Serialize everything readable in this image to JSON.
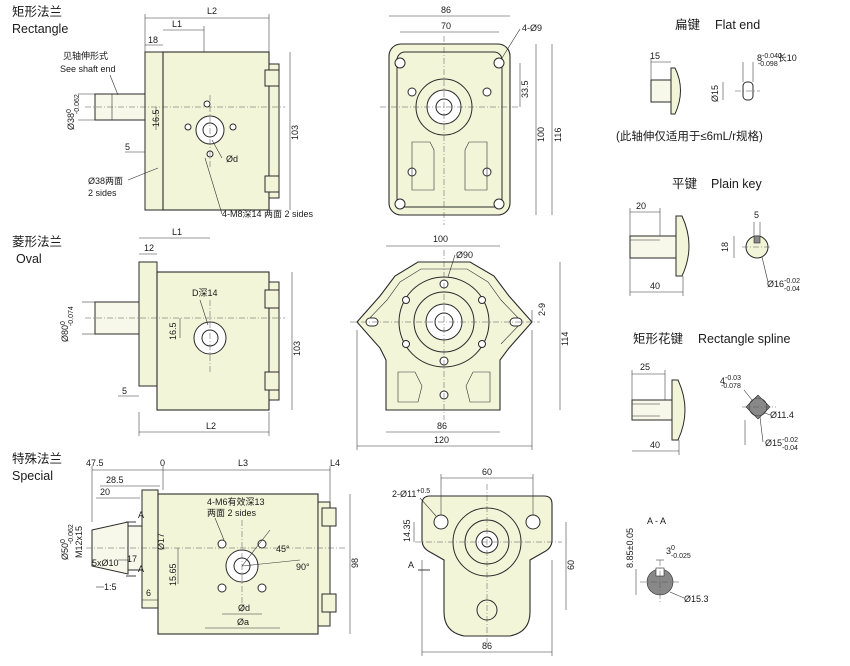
{
  "sections": {
    "rectangle": {
      "title_cn": "矩形法兰",
      "title_en": "Rectangle"
    },
    "oval": {
      "title_cn": "菱形法兰",
      "title_en": "Oval"
    },
    "special": {
      "title_cn": "特殊法兰",
      "title_en": "Special"
    }
  },
  "rect_side": {
    "L2": "L2",
    "L1": "L1",
    "d18": "18",
    "note1_cn": "见轴伸形式",
    "note1_en": "See shaft end",
    "dia38": "Ø38",
    "dia38_tol_hi": "0",
    "dia38_tol_lo": "-0.062",
    "d16_5": "16.5",
    "d5": "5",
    "h103": "103",
    "od": "Ød",
    "both_cn": "Ø38两面",
    "both_en": "2 sides",
    "thread": "4-M8深14 两面 2 sides"
  },
  "rect_front": {
    "w86": "86",
    "w70": "70",
    "holes": "4-Ø9",
    "d33_5": "33.5",
    "h100": "100",
    "h116": "116"
  },
  "flat_end": {
    "title_cn": "扁键",
    "title_en": "Flat end",
    "d15": "15",
    "key8": "8",
    "key8_tol_hi": "-0.040",
    "key8_tol_lo": "-0.098",
    "len": "长10",
    "dia15": "Ø15",
    "note": "(此轴伸仅适用于≤6mL/r规格)"
  },
  "plain_key": {
    "title_cn": "平键",
    "title_en": "Plain key",
    "d20": "20",
    "d5": "5",
    "d18": "18",
    "d40": "40",
    "dia16": "Ø16",
    "dia16_tol_hi": "-0.02",
    "dia16_tol_lo": "-0.04"
  },
  "spline": {
    "title_cn": "矩形花键",
    "title_en": "Rectangle spline",
    "d25": "25",
    "d4": "4",
    "d4_tol_hi": "-0.03",
    "d4_tol_lo": "-0.078",
    "dia11_4": "Ø11.4",
    "d40": "40",
    "dia15": "Ø15",
    "dia15_tol_hi": "-0.02",
    "dia15_tol_lo": "-0.04"
  },
  "oval_side": {
    "d12": "12",
    "L1": "L1",
    "dia80": "Ø80",
    "dia80_tol_hi": "0",
    "dia80_tol_lo": "-0.074",
    "depth": "D深14",
    "d16_5": "16.5",
    "h103": "103",
    "d5": "5",
    "L2": "L2"
  },
  "oval_front": {
    "w100": "100",
    "dia90": "Ø90",
    "d2_9": "2-9",
    "h114": "114",
    "w86": "86",
    "w120": "120"
  },
  "special_side": {
    "d47_5": "47.5",
    "zero": "0",
    "L3": "L3",
    "L4": "L4",
    "d28_5": "28.5",
    "d20": "20",
    "holes": "4-M6有效深13",
    "holes2": "两面  2 sides",
    "secA1": "A",
    "secA2": "A",
    "dia50": "Ø50",
    "dia50_tol_hi": "0",
    "dia50_tol_lo": "-0.062",
    "m12": "M12x15",
    "d5x10": "5xØ10",
    "d17": "17",
    "taper": "1:5",
    "dia17": "Ø17",
    "d15_65": "15.65",
    "ang45": "45°",
    "ang90": "90°",
    "d6": "6",
    "d0": "Ød",
    "da": "Øa",
    "h98": "98"
  },
  "special_front": {
    "w60": "60",
    "holes": "2-Ø11",
    "holes_sup": "+0.5",
    "d14_35": "14.35",
    "secA": "A",
    "h60": "60",
    "w86": "86"
  },
  "section_aa": {
    "title": "A - A",
    "d8_85": "8.85±0.05",
    "d3": "3",
    "d3_tol_hi": "0",
    "d3_tol_lo": "-0.025",
    "dia15_3": "Ø15.3"
  }
}
